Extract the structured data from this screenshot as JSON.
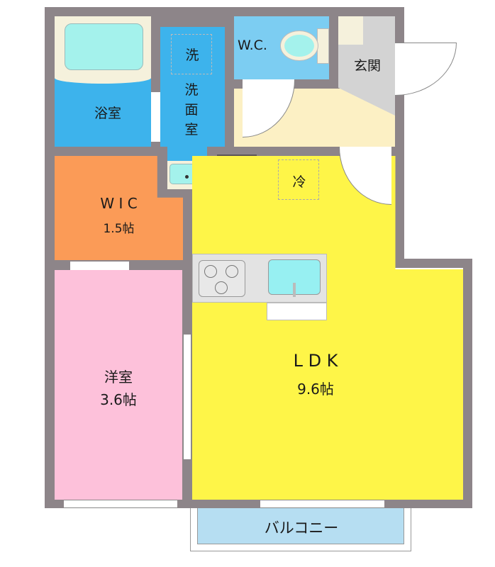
{
  "floorplan": {
    "rooms": {
      "bath": {
        "label": "浴室"
      },
      "washroom": {
        "label_lines": [
          "洗",
          "面",
          "室"
        ],
        "washer_label": "洗"
      },
      "wc": {
        "label": "W.C."
      },
      "entrance": {
        "label": "玄関"
      },
      "wic": {
        "label": "W I C",
        "size": "1.5帖"
      },
      "western_room": {
        "label": "洋室",
        "size": "3.6帖"
      },
      "ldk": {
        "label": "L D K",
        "size": "9.6帖",
        "fridge_label": "冷"
      },
      "balcony": {
        "label": "バルコニー"
      }
    },
    "colors": {
      "wall": "#8d8589",
      "bath": "#3db3ec",
      "bathtub": "#a4f2ec",
      "bath_floor_area": "#f5f1dc",
      "washroom": "#3db3ec",
      "wc": "#7ccdf2",
      "entrance": "#d3d3d3",
      "hallway": "#fcf0c4",
      "wic": "#fb9b57",
      "western_room": "#fdc1da",
      "ldk": "#fef548",
      "kitchen_counter": "#e3e3e3",
      "sink": "#97f0f2",
      "balcony": "#b6def2",
      "closet_dark": "#5b5457"
    }
  }
}
